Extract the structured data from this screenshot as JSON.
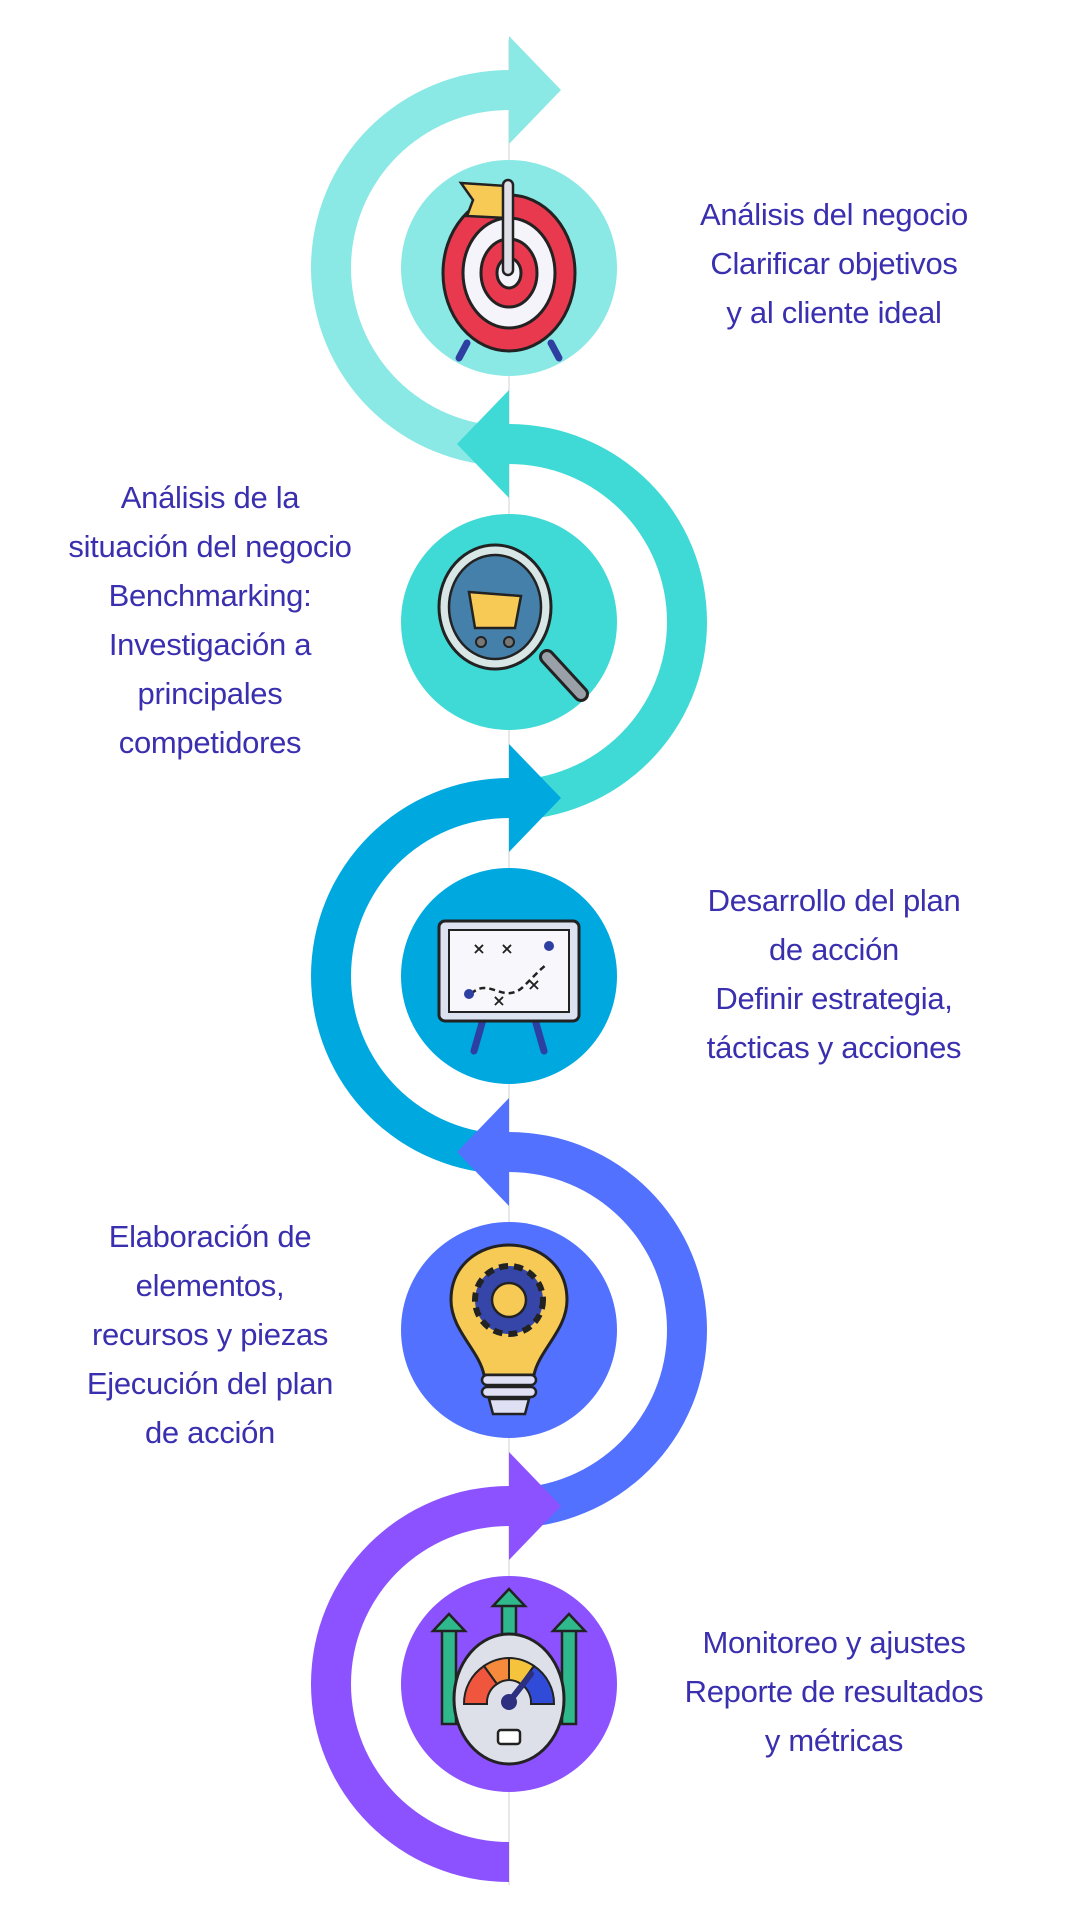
{
  "colors": {
    "text": "#3a2fae",
    "connector": "#d0d0d0",
    "steps": [
      "#8ae8e5",
      "#3fd9d6",
      "#00a8e0",
      "#5271ff",
      "#8c52ff"
    ]
  },
  "steps": [
    {
      "icon": "target-icon",
      "side": "right",
      "lines": [
        "Análisis del negocio",
        "Clarificar objetivos",
        "y al cliente ideal"
      ]
    },
    {
      "icon": "magnifier-cart-icon",
      "side": "left",
      "lines": [
        "Análisis de la",
        "situación del negocio",
        "Benchmarking:",
        "Investigación a",
        "principales",
        "competidores"
      ]
    },
    {
      "icon": "strategy-board-icon",
      "side": "right",
      "lines": [
        "Desarrollo del plan",
        "de acción",
        "Definir estrategia,",
        "tácticas y acciones"
      ]
    },
    {
      "icon": "lightbulb-gear-icon",
      "side": "left",
      "lines": [
        "Elaboración de",
        "elementos,",
        "recursos y piezas",
        "Ejecución del plan",
        "de acción"
      ]
    },
    {
      "icon": "gauge-arrows-icon",
      "side": "right",
      "lines": [
        "Monitoreo y ajustes",
        "Reporte de resultados",
        "y métricas"
      ]
    }
  ]
}
